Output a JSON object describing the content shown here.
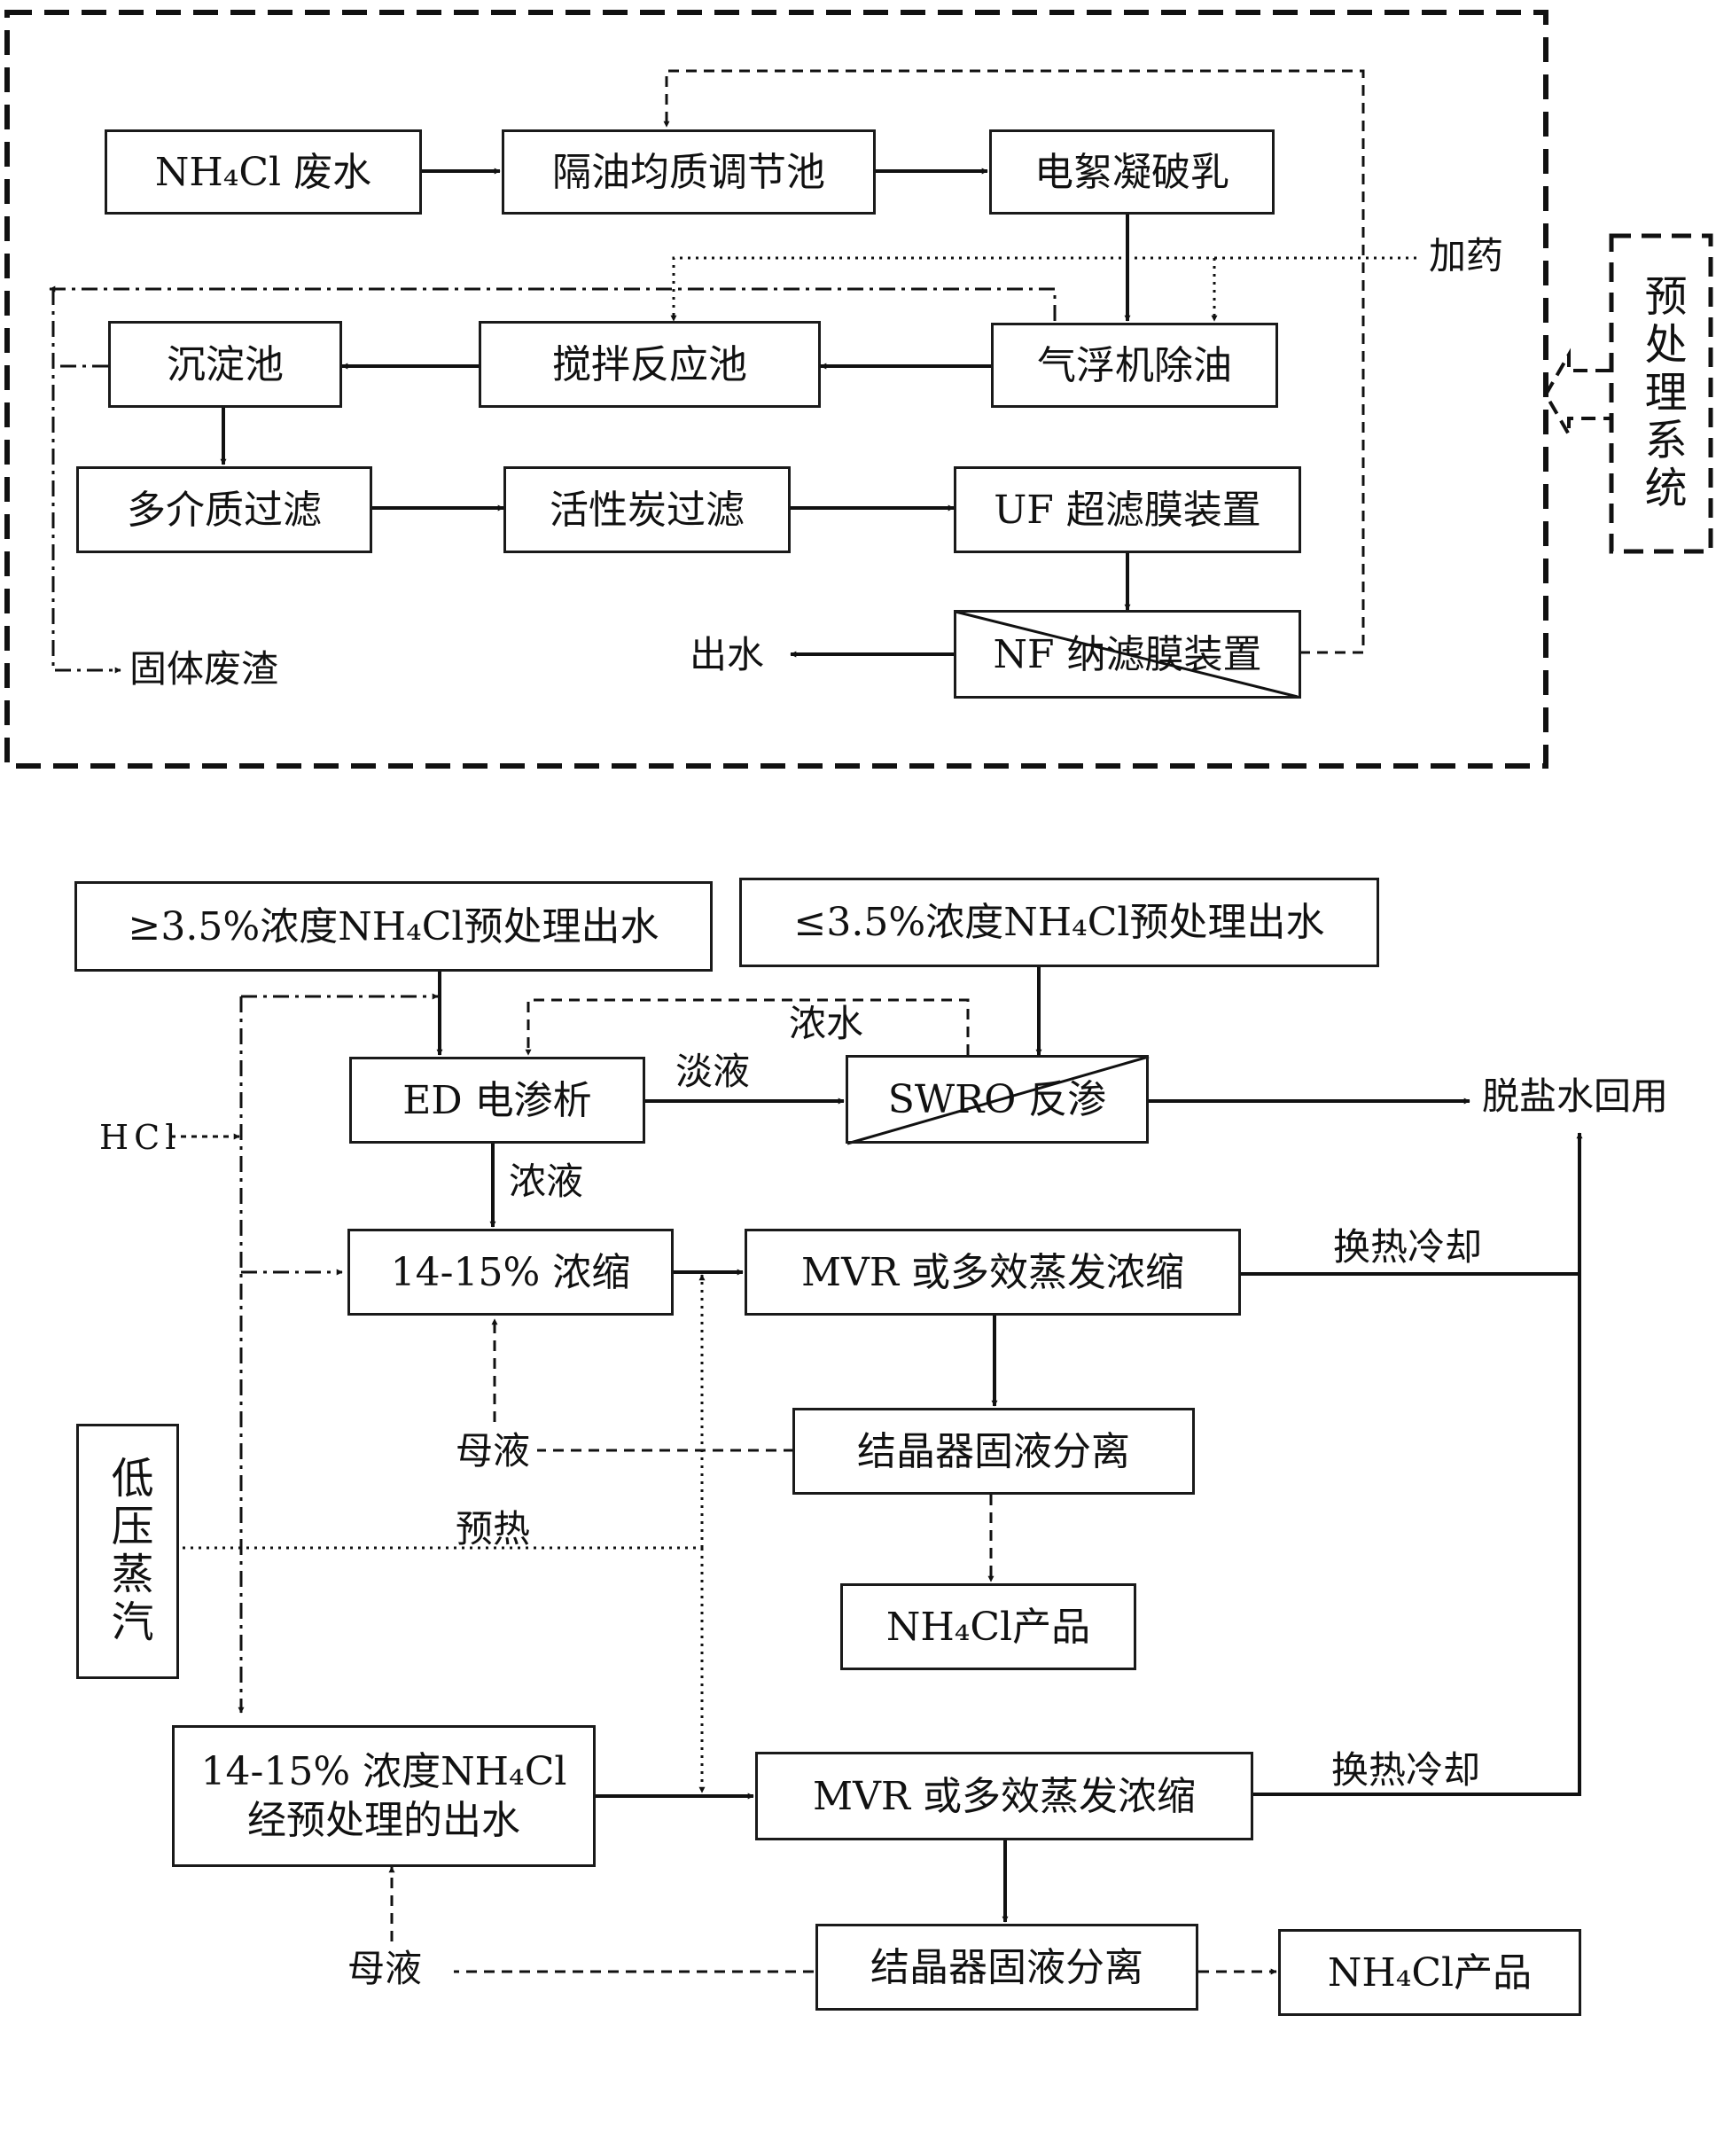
{
  "pretreatment": {
    "boxes": {
      "wastewater": "NH₄Cl 废水",
      "oil_separation_tank": "隔油均质调节池",
      "electroflocculation": "电絮凝破乳",
      "air_flotation": "气浮机除油",
      "stirring_tank": "搅拌反应池",
      "sedimentation_tank": "沉淀池",
      "multimedia_filter": "多介质过滤",
      "activated_carbon_filter": "活性炭过滤",
      "uf_device": "UF 超滤膜装置",
      "nf_device": "NF 纳滤膜装置"
    },
    "labels": {
      "dosing": "加药",
      "solid_waste": "固体废渣",
      "outlet_water": "出水"
    },
    "system_label": "预处理系统"
  },
  "main": {
    "boxes": {
      "feed_high": "≥3.5%浓度NH₄Cl预处理出水",
      "feed_low": "≤3.5%浓度NH₄Cl预处理出水",
      "ed": "ED 电渗析",
      "swro": "SWRO 反渗",
      "concentration": "14-15% 浓缩",
      "mvr_1": "MVR 或多效蒸发浓缩",
      "crystallizer_1": "结晶器固液分离",
      "product_1": "NH₄Cl产品",
      "feed_14_line1": "14-15% 浓度NH₄Cl",
      "feed_14_line2": "经预处理的出水",
      "mvr_2": "MVR 或多效蒸发浓缩",
      "crystallizer_2": "结晶器固液分离",
      "product_2": "NH₄Cl产品",
      "low_pressure_steam": "低压蒸汽"
    },
    "labels": {
      "hcl": "HCl",
      "concentrate_water": "浓水",
      "dilute": "淡液",
      "concentrated_liquid": "浓液",
      "desalted_reuse": "脱盐水回用",
      "heat_exchange_1": "换热冷却",
      "heat_exchange_2": "换热冷却",
      "mother_liquor_1": "母液",
      "mother_liquor_2": "母液",
      "preheat": "预热"
    }
  }
}
